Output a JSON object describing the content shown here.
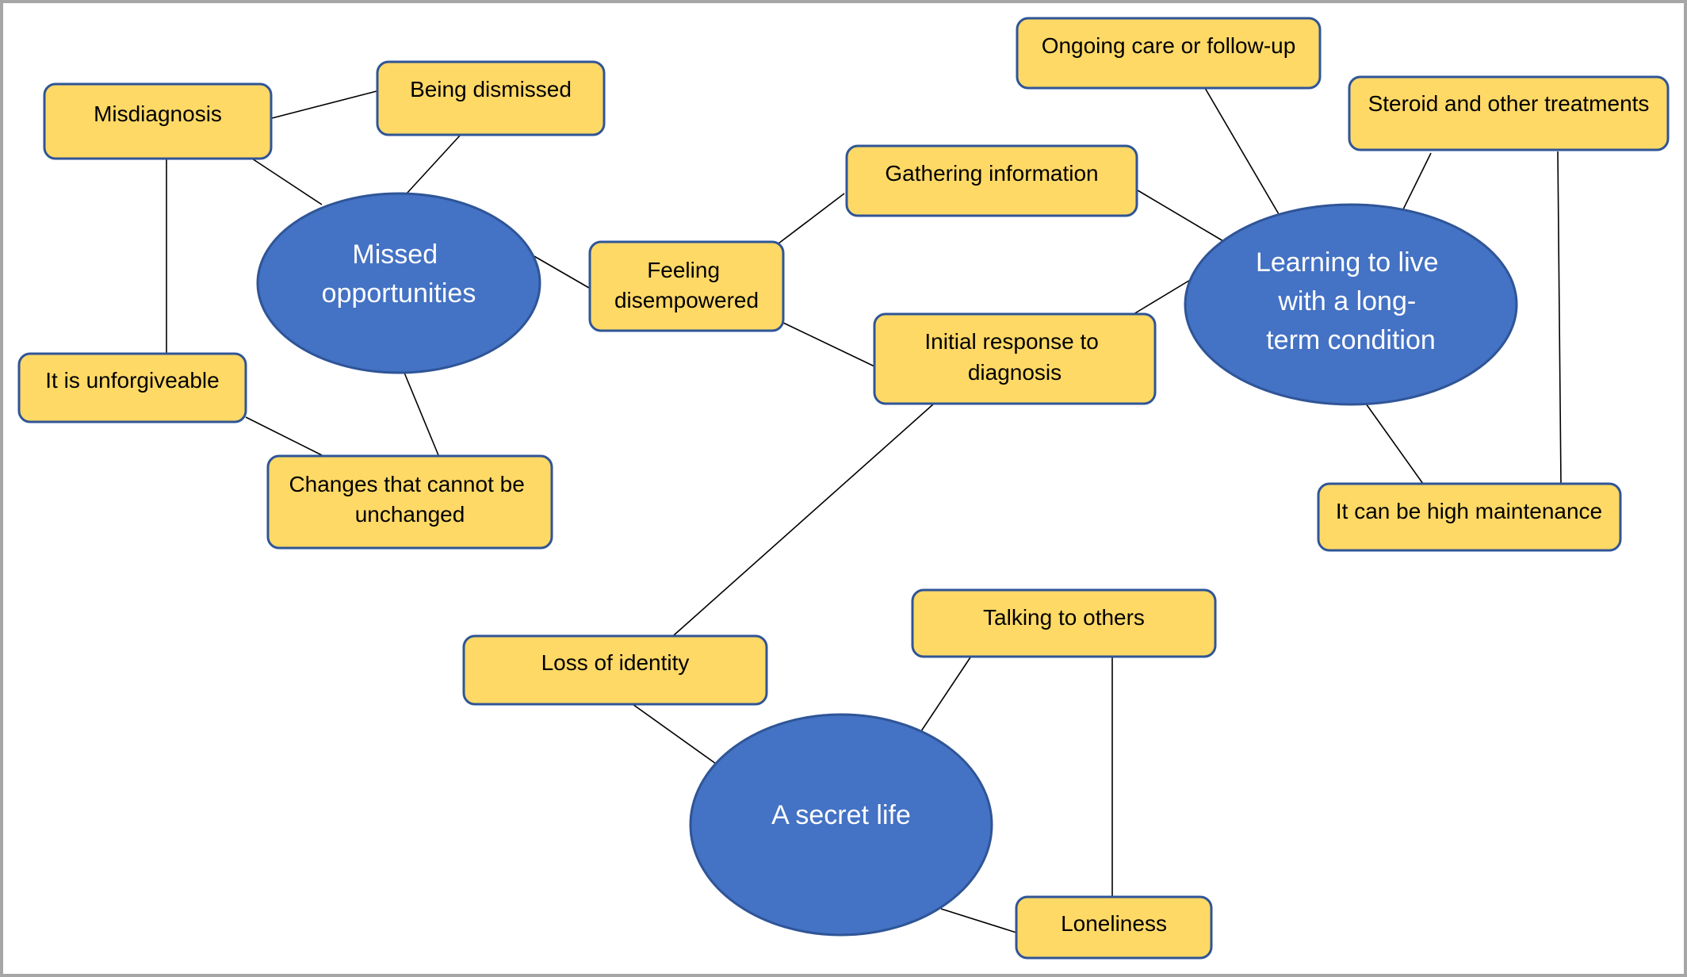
{
  "themes": {
    "missed_opportunities": {
      "lines": [
        "Missed",
        "opportunities"
      ]
    },
    "learning_to_live": {
      "lines": [
        "Learning to live",
        "with a long-",
        "term condition"
      ]
    },
    "secret_life": {
      "lines": [
        "A secret life"
      ]
    }
  },
  "subthemes": {
    "misdiagnosis": {
      "lines": [
        "Misdiagnosis"
      ]
    },
    "being_dismissed": {
      "lines": [
        "Being dismissed"
      ]
    },
    "unforgiveable": {
      "lines": [
        "It is unforgiveable"
      ]
    },
    "changes": {
      "lines": [
        "Changes that cannot be",
        "unchanged"
      ]
    },
    "feeling_disempowered": {
      "lines": [
        "Feeling",
        "disempowered"
      ]
    },
    "gathering_information": {
      "lines": [
        "Gathering information"
      ]
    },
    "initial_response": {
      "lines": [
        "Initial response to",
        "diagnosis"
      ]
    },
    "ongoing_care": {
      "lines": [
        "Ongoing care or follow-up"
      ]
    },
    "steroid_treatments": {
      "lines": [
        "Steroid and other treatments"
      ]
    },
    "high_maintenance": {
      "lines": [
        "It can be high maintenance"
      ]
    },
    "loss_of_identity": {
      "lines": [
        "Loss of identity"
      ]
    },
    "talking_to_others": {
      "lines": [
        "Talking to others"
      ]
    },
    "loneliness": {
      "lines": [
        "Loneliness"
      ]
    }
  },
  "colors": {
    "theme_fill": "#4472c4",
    "theme_text": "#ffffff",
    "subtheme_fill": "#ffd966",
    "outline": "#2f5597",
    "connector": "#000000"
  }
}
